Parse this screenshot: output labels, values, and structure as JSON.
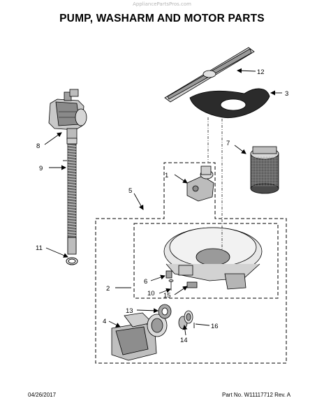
{
  "header": {
    "watermark": "AppliancePartsPros.com",
    "title": "PUMP, WASHARM AND MOTOR PARTS"
  },
  "callouts": {
    "c1": "1",
    "c2": "2",
    "c3": "3",
    "c4": "4",
    "c5": "5",
    "c6": "6",
    "c7": "7",
    "c8": "8",
    "c9": "9",
    "c10": "10",
    "c11": "11",
    "c12": "12",
    "c13": "13",
    "c14": "14",
    "c15": "15",
    "c16": "16"
  },
  "footer": {
    "date": "04/26/2017",
    "part": "Part No. W11117712  Rev. A"
  }
}
